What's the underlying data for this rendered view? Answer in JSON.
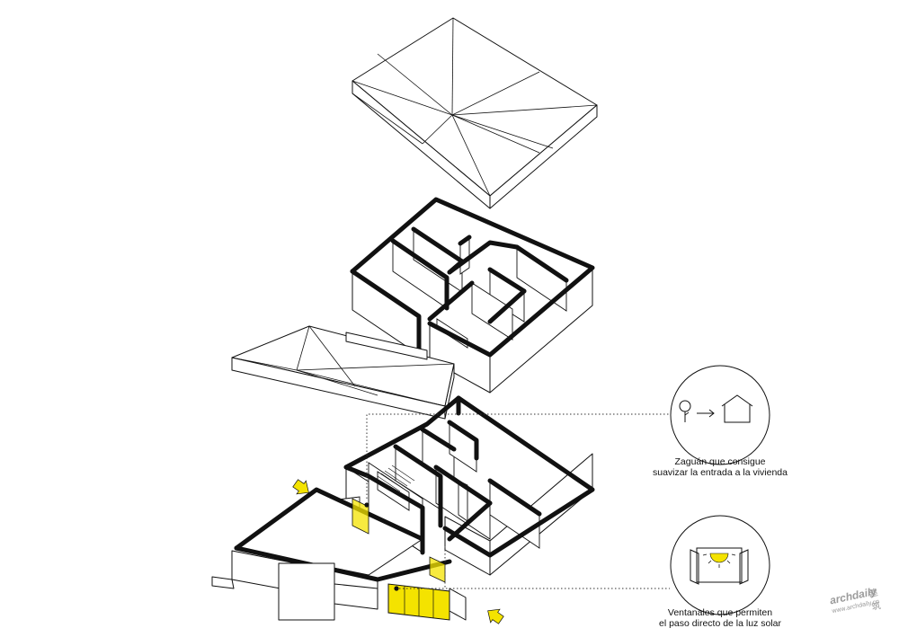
{
  "callouts": [
    {
      "id": "zaguan",
      "line1": "Zaguán que consigue",
      "line2": "suavizar la entrada a la vivienda",
      "icon": "tree-arrow-house-icon"
    },
    {
      "id": "ventanales",
      "line1": "Ventanales que permiten",
      "line2": "el paso directo de la luz solar",
      "icon": "window-sun-icon"
    }
  ],
  "watermark": {
    "brand": "archdaily",
    "chinese": "建筑",
    "url": "www.archdaily.cn"
  },
  "colors": {
    "highlight": "#f4e300",
    "ink": "#111111",
    "background": "#ffffff"
  }
}
